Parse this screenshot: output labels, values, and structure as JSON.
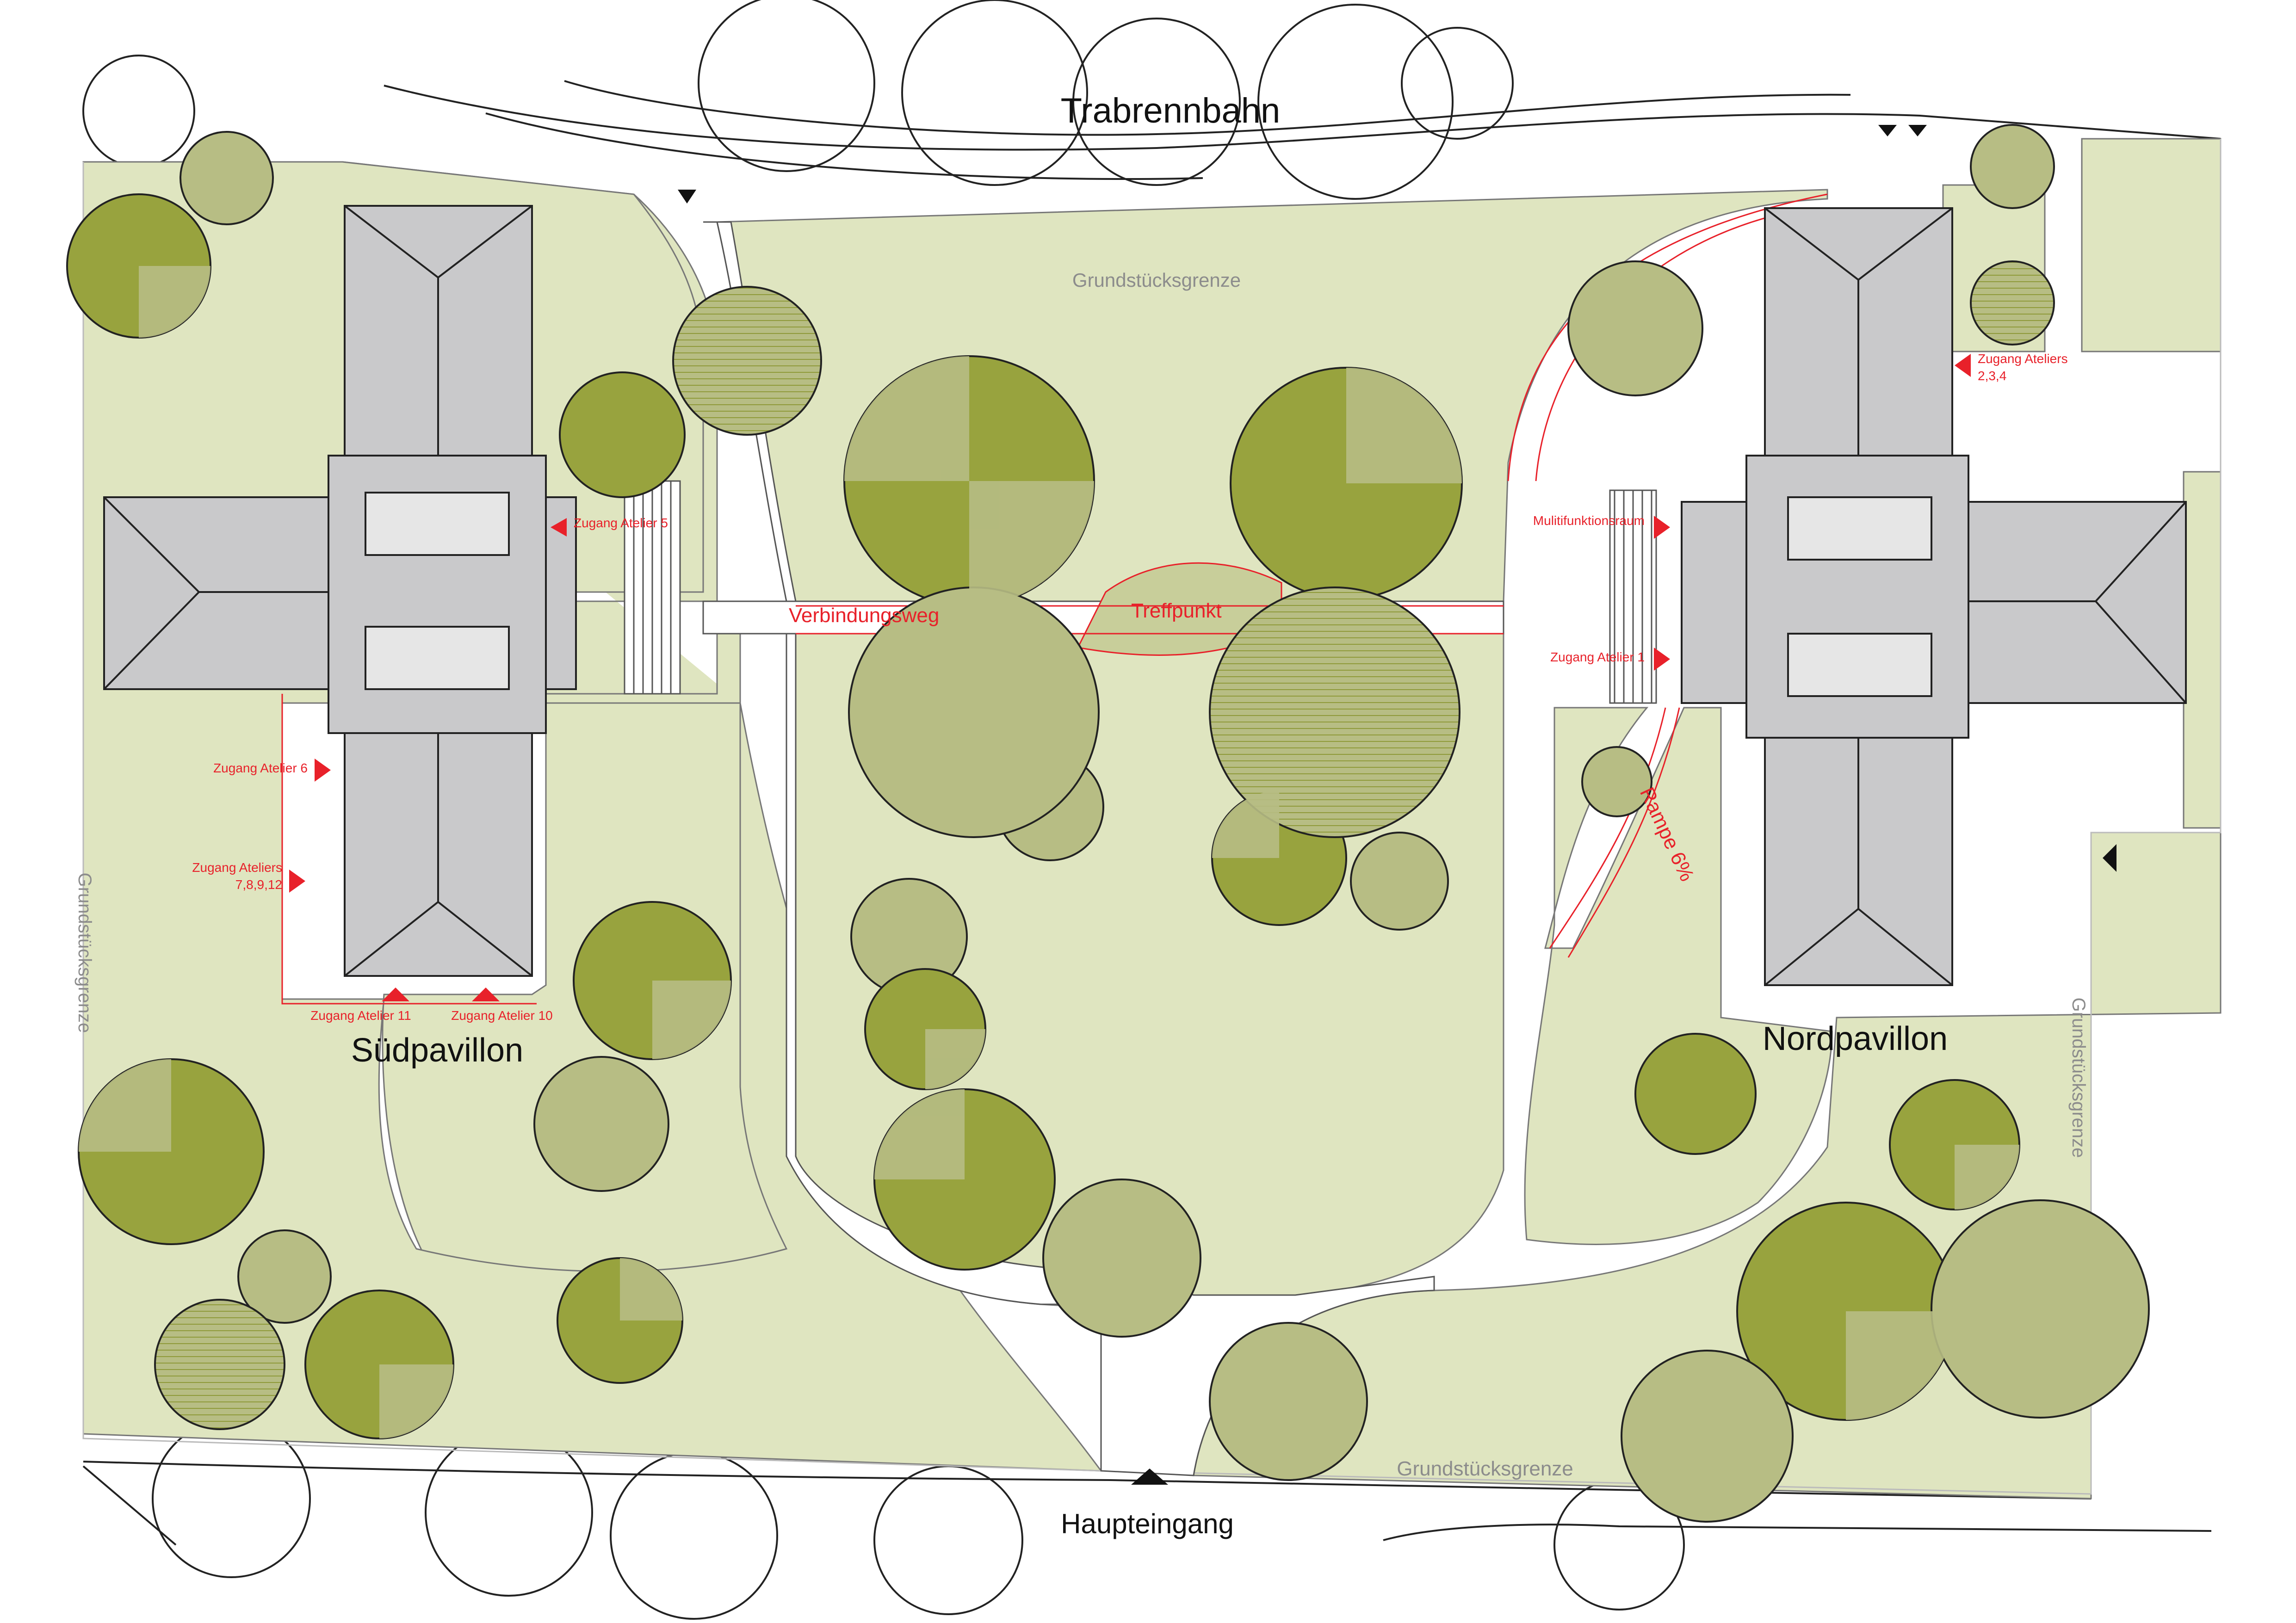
{
  "map": {
    "streets": {
      "top": "Trabrennbahn",
      "bottom": "Haupteingang"
    },
    "buildings": {
      "south": "Südpavillon",
      "north": "Nordpavillon"
    },
    "property_line": {
      "top": "Grundstücksgrenze",
      "bottom": "Grundstücksgrenze",
      "left": "Grundstücksgrenze",
      "right": "Grundstücksgrenze"
    },
    "paths": {
      "connection": "Verbindungsweg",
      "meeting_point": "Treffpunkt",
      "ramp": "Rampe 6%"
    },
    "entrances": {
      "atelier_5": "Zugang Atelier 5",
      "atelier_6": "Zugang Atelier 6",
      "ateliers_7_12_line1": "Zugang Ateliers",
      "ateliers_7_12_line2": "7,8,9,12",
      "atelier_11": "Zugang Atelier 11",
      "atelier_10": "Zugang Atelier 10",
      "multipurpose": "Mulitifunktionsraum",
      "atelier_1": "Zugang Atelier 1",
      "ateliers_2_4_line1": "Zugang Ateliers",
      "ateliers_2_4_line2": "2,3,4"
    },
    "colors": {
      "lawn": "#dfe5c0",
      "tree_dark": "#98a33e",
      "tree_light": "#b7bd84",
      "roof": "#c9c9cb",
      "roof_light": "#e6e6e6",
      "accent_red": "#e8212a",
      "label_grey": "#8c8c8c"
    }
  }
}
